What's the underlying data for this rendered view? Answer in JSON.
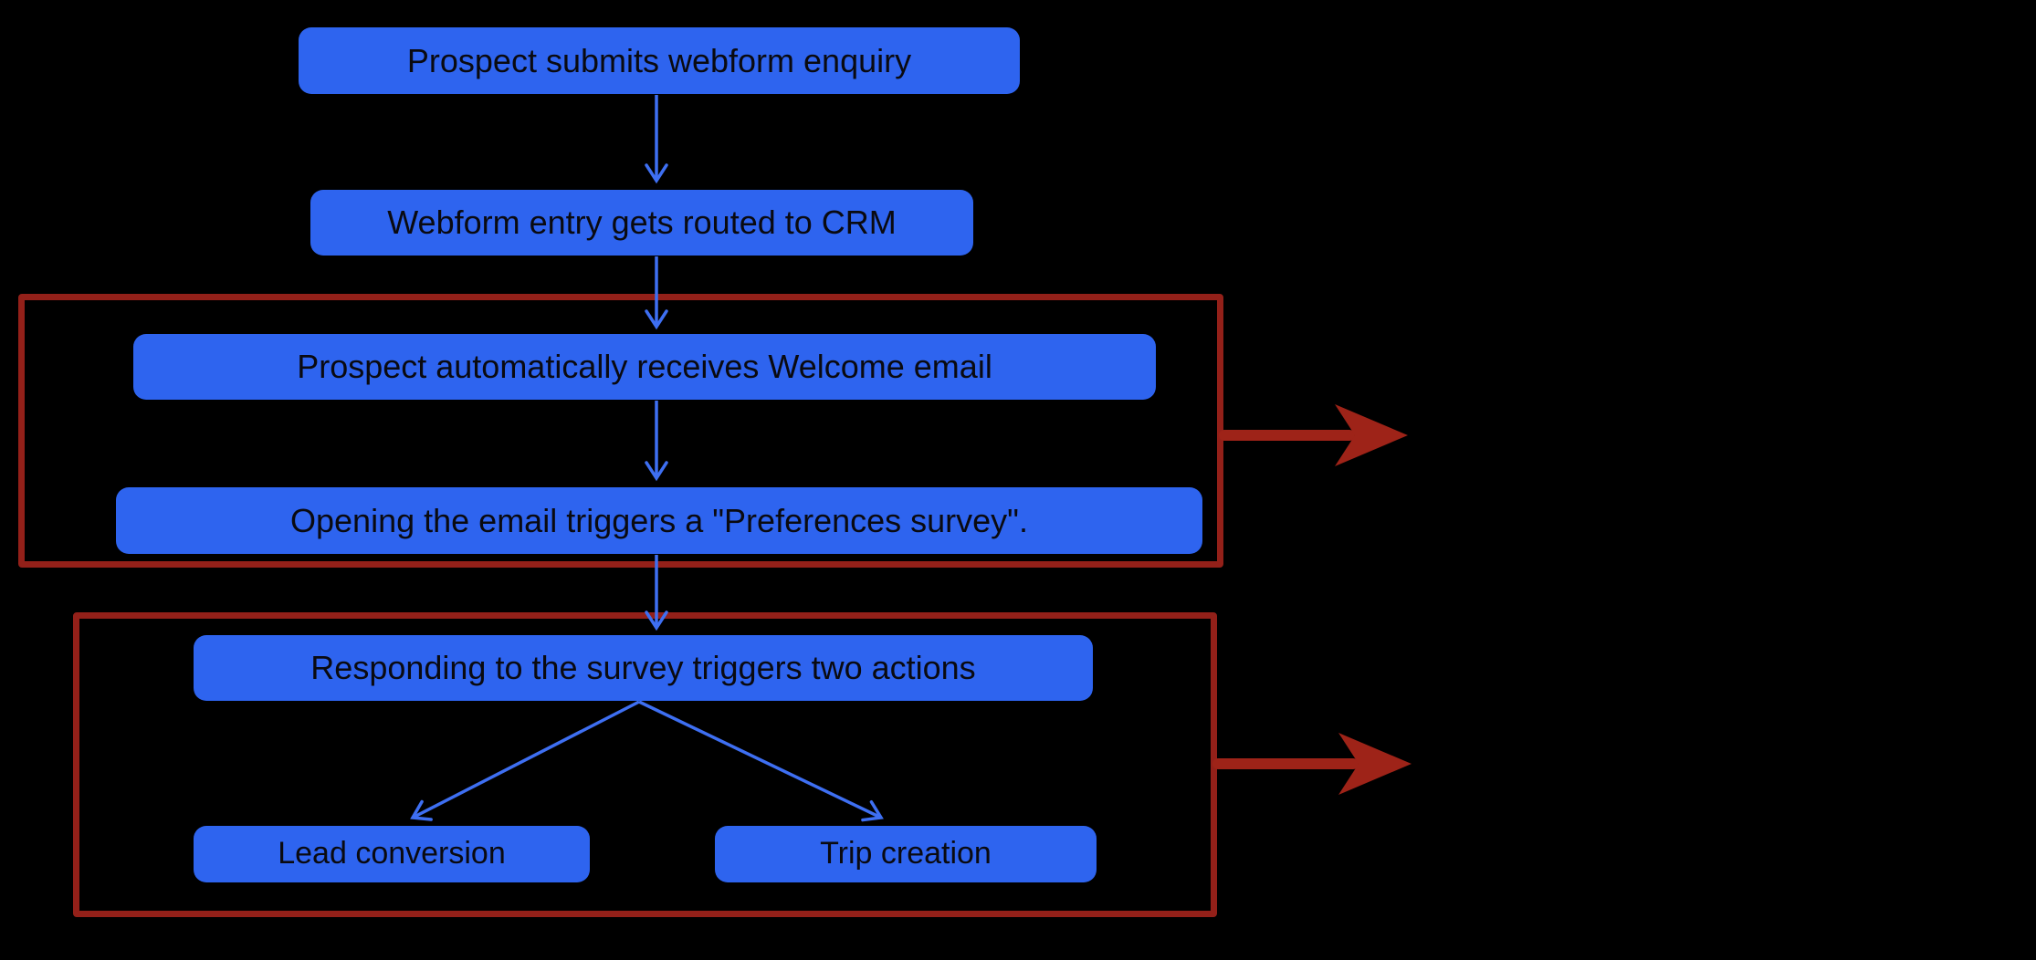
{
  "colors": {
    "background": "#000000",
    "node-fill": "#2e64ef",
    "node-text": "#0a0a10",
    "connector-blue": "#3e6ff2",
    "group-red": "#932019",
    "arrow-red": "#9e2318"
  },
  "diagram": {
    "title": "",
    "nodes": [
      {
        "id": "n1",
        "label": "Prospect submits webform enquiry"
      },
      {
        "id": "n2",
        "label": "Webform entry gets routed to CRM"
      },
      {
        "id": "n3",
        "label": "Prospect automatically receives Welcome email"
      },
      {
        "id": "n4",
        "label": "Opening the email triggers a \"Preferences survey\"."
      },
      {
        "id": "n5",
        "label": "Responding to the survey triggers two actions"
      },
      {
        "id": "n6",
        "label": "Lead conversion"
      },
      {
        "id": "n7",
        "label": "Trip creation"
      }
    ],
    "edges": [
      {
        "from": "n1",
        "to": "n2",
        "style": "blue-arrow"
      },
      {
        "from": "n2",
        "to": "n3",
        "style": "blue-arrow"
      },
      {
        "from": "n3",
        "to": "n4",
        "style": "blue-arrow"
      },
      {
        "from": "n4",
        "to": "n5",
        "style": "blue-arrow"
      },
      {
        "from": "n5",
        "to": "n6",
        "style": "blue-arrow"
      },
      {
        "from": "n5",
        "to": "n7",
        "style": "blue-arrow"
      }
    ],
    "groups": [
      {
        "id": "g1",
        "contains": [
          "n3",
          "n4"
        ],
        "border": "dark-red"
      },
      {
        "id": "g2",
        "contains": [
          "n5",
          "n6",
          "n7"
        ],
        "border": "dark-red"
      }
    ],
    "callout_arrows": [
      {
        "id": "r1",
        "from": "g1",
        "direction": "right",
        "color": "dark-red"
      },
      {
        "id": "r2",
        "from": "g2",
        "direction": "right",
        "color": "dark-red"
      }
    ]
  }
}
